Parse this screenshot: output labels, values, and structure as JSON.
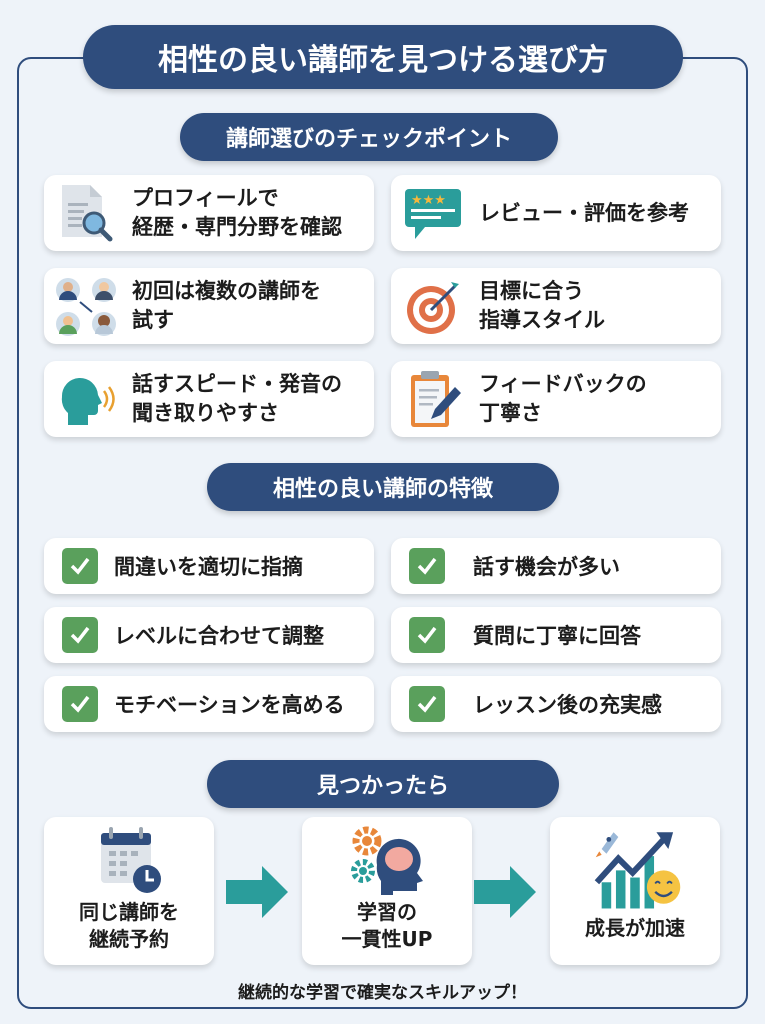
{
  "title": "相性の良い講師を見つける選び方",
  "sections": {
    "checkpoints": {
      "heading": "講師選びのチェックポイント",
      "items": [
        {
          "icon": "document-search-icon",
          "line1": "プロフィールで",
          "line2": "経歴・専門分野を確認"
        },
        {
          "icon": "review-stars-icon",
          "line1": "レビュー・評価を参考",
          "line2": ""
        },
        {
          "icon": "multiple-teachers-icon",
          "line1": "初回は複数の講師を",
          "line2": "試す"
        },
        {
          "icon": "target-icon",
          "line1": "目標に合う",
          "line2": "指導スタイル"
        },
        {
          "icon": "speaking-head-icon",
          "line1": "話すスピード・発音の",
          "line2": "聞き取りやすさ"
        },
        {
          "icon": "clipboard-pencil-icon",
          "line1": "フィードバックの",
          "line2": "丁寧さ"
        }
      ]
    },
    "features": {
      "heading": "相性の良い講師の特徴",
      "items": [
        "間違いを適切に指摘",
        "話す機会が多い",
        "レベルに合わせて調整",
        "質問に丁寧に回答",
        "モチベーションを高める",
        "レッスン後の充実感"
      ]
    },
    "next": {
      "heading": "見つかったら",
      "steps": [
        {
          "icon": "calendar-clock-icon",
          "line1": "同じ講師を",
          "line2": "継続予約"
        },
        {
          "icon": "brain-gears-icon",
          "line1": "学習の",
          "line2": "一貫性UP"
        },
        {
          "icon": "growth-chart-icon",
          "line1": "成長が加速",
          "line2": ""
        }
      ],
      "footer": "継続的な学習で確実なスキルアップ！"
    }
  },
  "colors": {
    "navy": "#2f4d7d",
    "teal": "#2a9d9b",
    "green_check": "#5aa05c",
    "orange": "#e8873a",
    "background": "#eef3f9"
  }
}
